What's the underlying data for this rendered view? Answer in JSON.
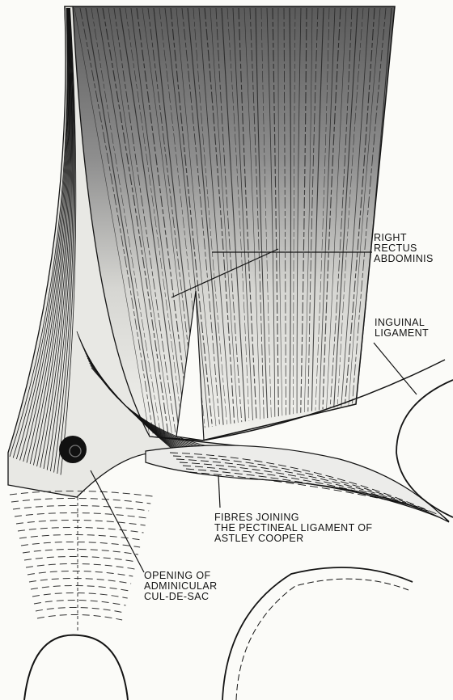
{
  "labels": {
    "rectus": {
      "line1": "RIGHT",
      "line2": "RECTUS",
      "line3": "ABDOMINIS"
    },
    "inguinal": {
      "line1": "INGUINAL",
      "line2": "LIGAMENT"
    },
    "fibres": {
      "line1": "FIBRES JOINING",
      "line2": "THE PECTINEAL LIGAMENT OF",
      "line3": "ASTLEY COOPER"
    },
    "opening": {
      "line1": "OPENING OF",
      "line2": "ADMINICULAR",
      "line3": "CUL-DE-SAC"
    }
  },
  "colors": {
    "ink": "#141414",
    "paper": "#fbfbf8",
    "muscle_shade": "#9a9a9a"
  }
}
